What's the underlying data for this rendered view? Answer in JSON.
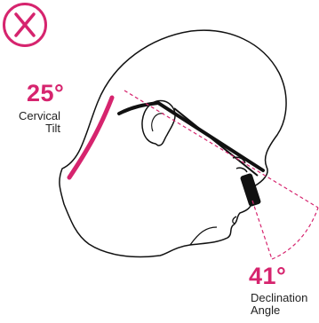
{
  "badge": {
    "icon": "x-mark-icon",
    "color": "#d6246e"
  },
  "cervical": {
    "value": "25°",
    "label_line1": "Cervical",
    "label_line2": "Tilt"
  },
  "declination": {
    "value": "41°",
    "label_line1": "Declination",
    "label_line2": "Angle"
  },
  "colors": {
    "accent": "#d6246e",
    "ink": "#111111"
  }
}
